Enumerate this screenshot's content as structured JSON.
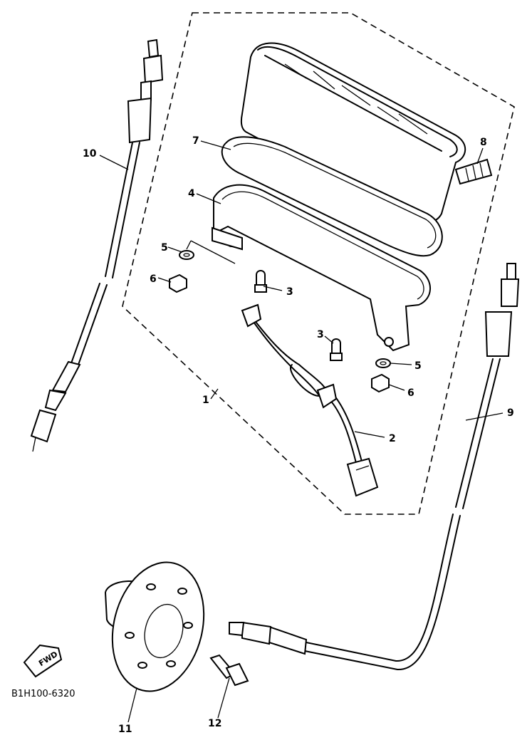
{
  "diagram": {
    "callouts": {
      "part_1": "1",
      "part_2": "2",
      "part_3a": "3",
      "part_3b": "3",
      "part_4": "4",
      "part_5a": "5",
      "part_5b": "5",
      "part_6a": "6",
      "part_6b": "6",
      "part_7": "7",
      "part_8": "8",
      "part_9": "9",
      "part_10": "10",
      "part_11": "11",
      "part_12": "12"
    },
    "fwd_label": "FWD",
    "drawing_code": "B1H100-6320"
  }
}
